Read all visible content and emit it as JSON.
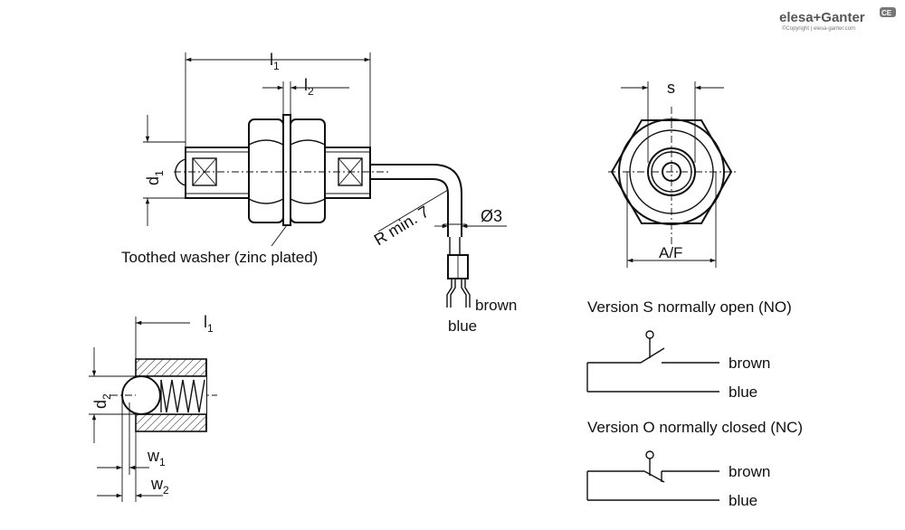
{
  "logo": {
    "brand": "elesa+Ganter",
    "badge": "CE",
    "copyright": "©Copyright | elesa-ganter.com"
  },
  "side_view": {
    "dim_l1": "l",
    "dim_l1_sub": "1",
    "dim_l2": "l",
    "dim_l2_sub": "2",
    "dim_d1": "d",
    "dim_d1_sub": "1",
    "bend_radius": "R min. 7",
    "cable_diameter": "Ø3",
    "washer_label": "Toothed washer (zinc plated)",
    "wire_brown": "brown",
    "wire_blue": "blue"
  },
  "front_view": {
    "dim_s": "s",
    "dim_af": "A/F"
  },
  "section_view": {
    "dim_l1": "l",
    "dim_l1_sub": "1",
    "dim_d2": "d",
    "dim_d2_sub": "2",
    "dim_w1": "w",
    "dim_w1_sub": "1",
    "dim_w2": "w",
    "dim_w2_sub": "2"
  },
  "version_s": {
    "title": "Version S normally open (NO)",
    "brown": "brown",
    "blue": "blue"
  },
  "version_o": {
    "title": "Version O normally closed (NC)",
    "brown": "brown",
    "blue": "blue"
  }
}
